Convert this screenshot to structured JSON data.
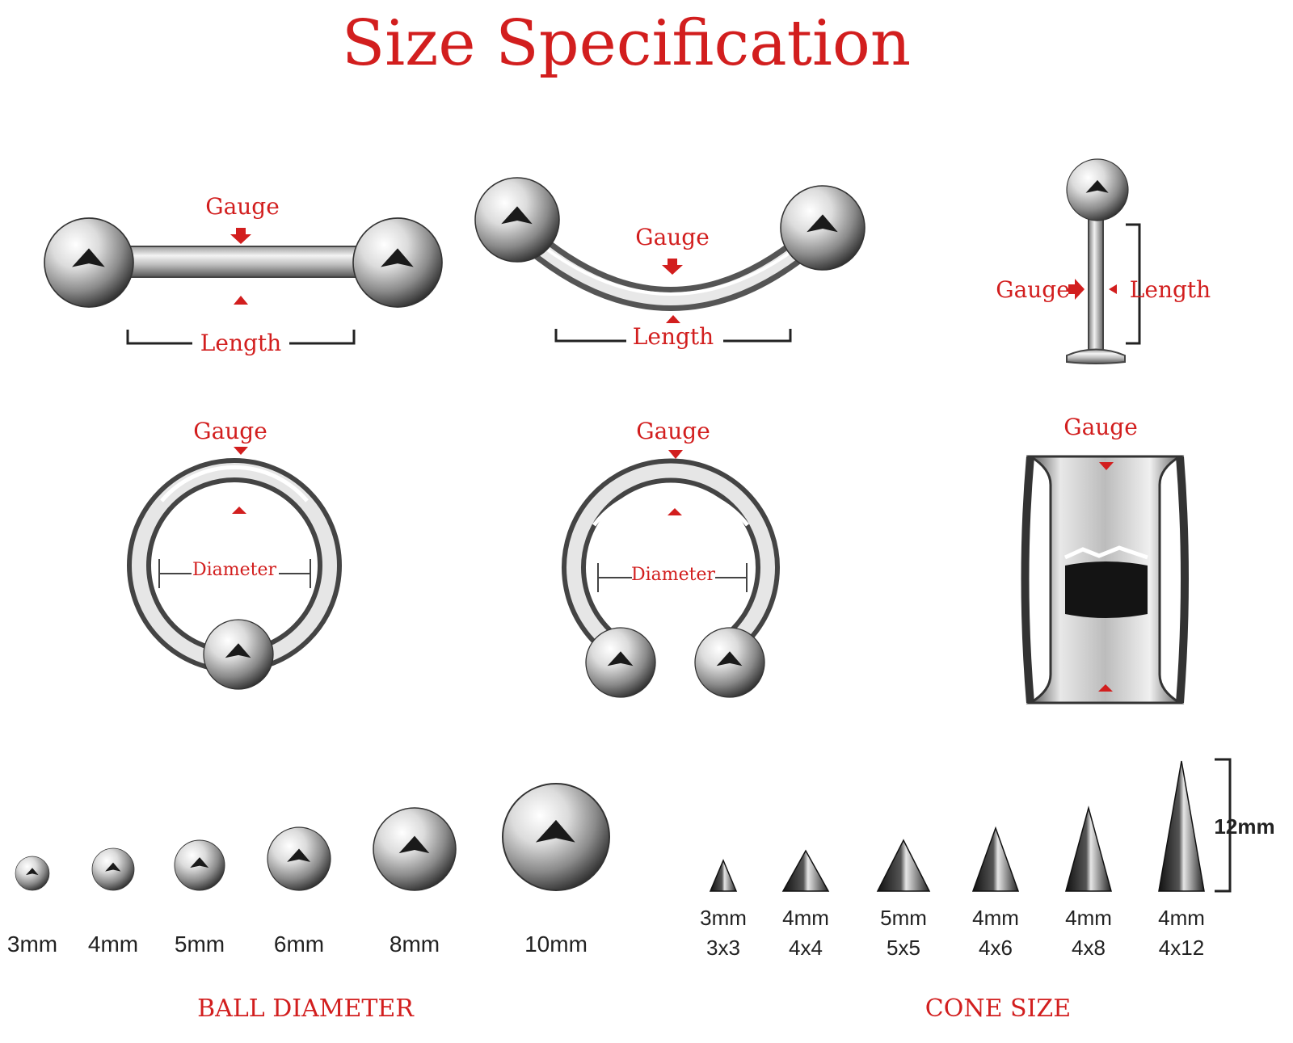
{
  "title": "Size Specification",
  "labels": {
    "gauge": "Gauge",
    "length": "Length",
    "diameter": "Diameter"
  },
  "balls": {
    "caption": "BALL DIAMETER",
    "items": [
      "3mm",
      "4mm",
      "5mm",
      "6mm",
      "8mm",
      "10mm"
    ]
  },
  "cones": {
    "caption": "CONE SIZE",
    "height_label": "12mm",
    "items": [
      {
        "base": "3mm",
        "size": "3x3"
      },
      {
        "base": "4mm",
        "size": "4x4"
      },
      {
        "base": "5mm",
        "size": "5x5"
      },
      {
        "base": "4mm",
        "size": "4x6"
      },
      {
        "base": "4mm",
        "size": "4x8"
      },
      {
        "base": "4mm",
        "size": "4x12"
      }
    ]
  },
  "colors": {
    "accent": "#d21e1e",
    "metal": "#c8c8c8",
    "ink": "#222222"
  }
}
